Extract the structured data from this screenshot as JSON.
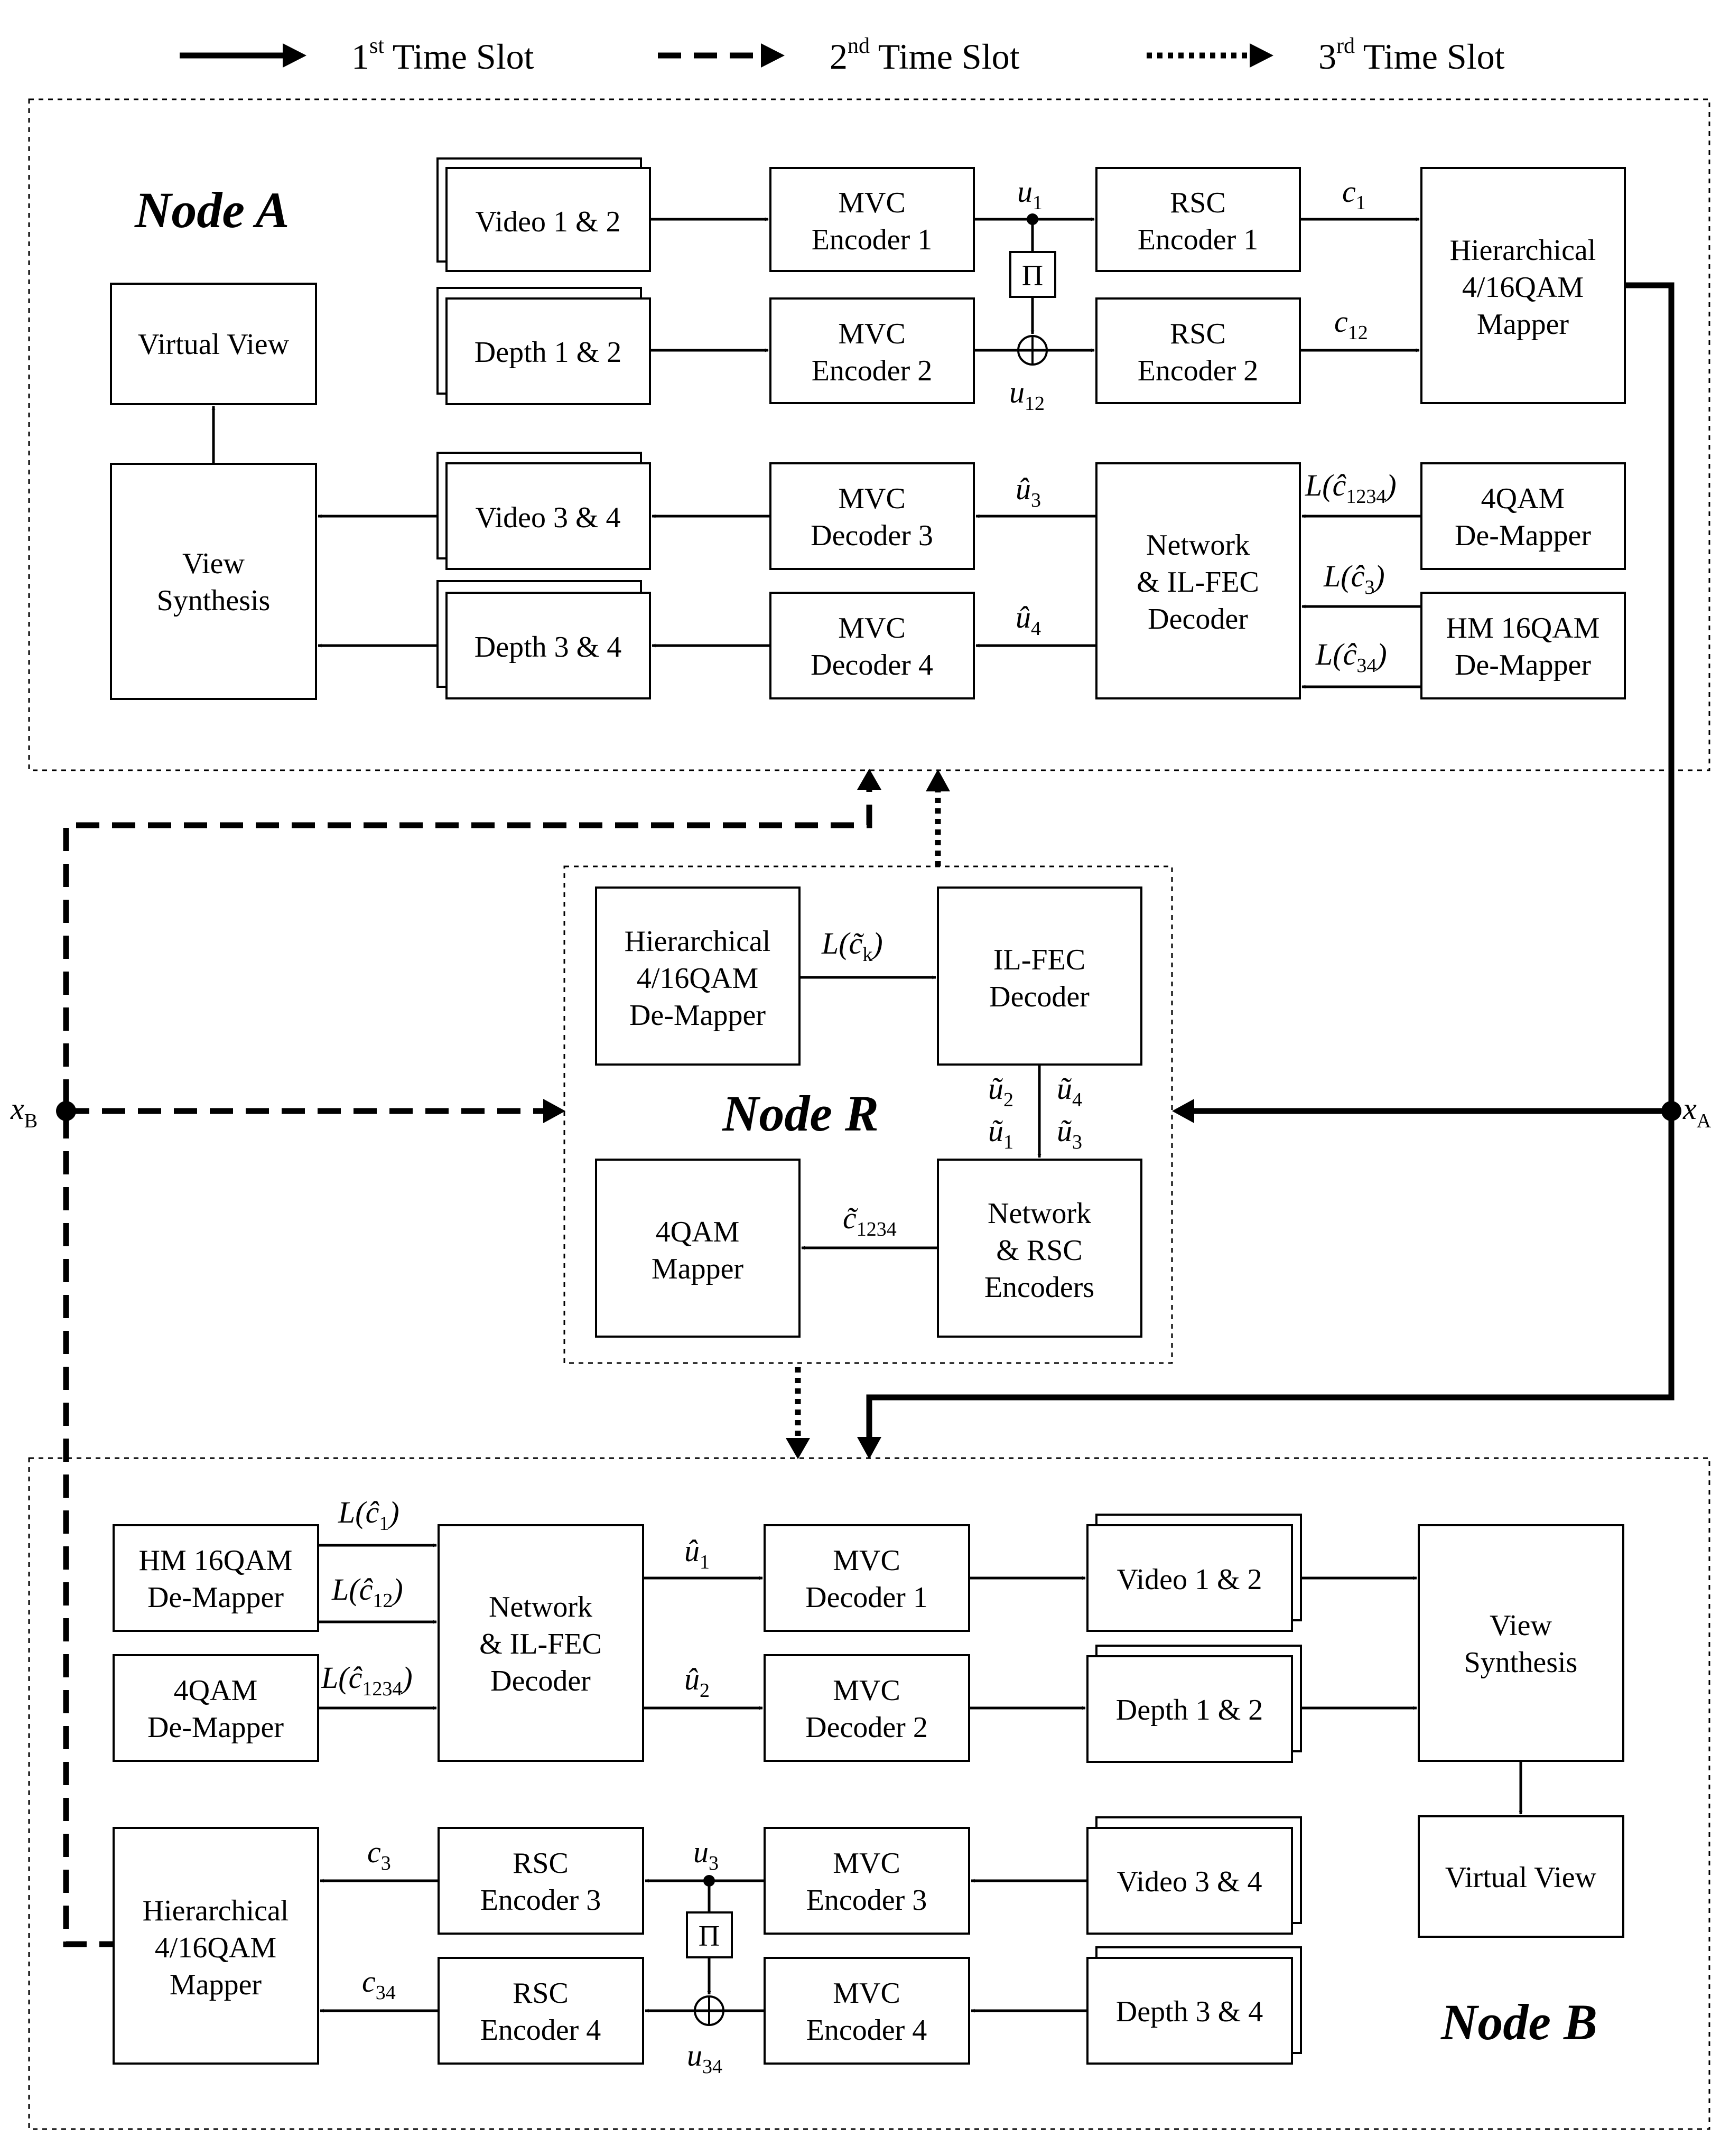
{
  "legend": [
    {
      "base": "1",
      "sup": "st",
      "rest": " Time Slot",
      "style": "solid"
    },
    {
      "base": "2",
      "sup": "nd",
      "rest": " Time Slot",
      "style": "dashed"
    },
    {
      "base": "3",
      "sup": "rd",
      "rest": " Time Slot",
      "style": "dotted"
    }
  ],
  "node_a": {
    "title": "Node A",
    "video12": "Video 1 & 2",
    "depth12": "Depth 1 & 2",
    "mvc_enc1": [
      "MVC",
      "Encoder 1"
    ],
    "mvc_enc2": [
      "MVC",
      "Encoder 2"
    ],
    "interleaver": "Π",
    "rsc_enc1": [
      "RSC",
      "Encoder 1"
    ],
    "rsc_enc2": [
      "RSC",
      "Encoder 2"
    ],
    "hier_mapper": [
      "Hierarchical",
      "4/16QAM",
      "Mapper"
    ],
    "virtual_view": "Virtual View",
    "view_synth": [
      "View",
      "Synthesis"
    ],
    "video34": "Video 3 & 4",
    "depth34": "Depth 3 & 4",
    "mvc_dec3": [
      "MVC",
      "Decoder 3"
    ],
    "mvc_dec4": [
      "MVC",
      "Decoder 4"
    ],
    "net_dec": [
      "Network",
      "& IL-FEC",
      "Decoder"
    ],
    "qam4_demapper": [
      "4QAM",
      "De-Mapper"
    ],
    "hm16_demapper": [
      "HM 16QAM",
      "De-Mapper"
    ],
    "labels": {
      "u1": {
        "base": "u",
        "sub": "1"
      },
      "u12": {
        "base": "u",
        "sub": "12"
      },
      "c1": {
        "base": "c",
        "sub": "1"
      },
      "c12": {
        "base": "c",
        "sub": "12"
      },
      "u3hat": {
        "base": "û",
        "sub": "3"
      },
      "u4hat": {
        "base": "û",
        "sub": "4"
      },
      "Lc1234": {
        "pre": "L(",
        "base": "ĉ",
        "sub": "1234",
        "post": ")"
      },
      "Lc3": {
        "pre": "L(",
        "base": "ĉ",
        "sub": "3",
        "post": ")"
      },
      "Lc34": {
        "pre": "L(",
        "base": "ĉ",
        "sub": "34",
        "post": ")"
      }
    }
  },
  "node_r": {
    "title": "Node R",
    "hier_demapper": [
      "Hierarchical",
      "4/16QAM",
      "De-Mapper"
    ],
    "ilfec_dec": [
      "IL-FEC",
      "Decoder"
    ],
    "qam4_mapper": [
      "4QAM",
      "Mapper"
    ],
    "net_rsc_enc": [
      "Network",
      "& RSC",
      "Encoders"
    ],
    "labels": {
      "Lck": {
        "pre": "L(",
        "base": "c̃",
        "sub": "k",
        "post": ")"
      },
      "u2t": {
        "base": "ũ",
        "sub": "2"
      },
      "u1t": {
        "base": "ũ",
        "sub": "1"
      },
      "u4t": {
        "base": "ũ",
        "sub": "4"
      },
      "u3t": {
        "base": "ũ",
        "sub": "3"
      },
      "c1234t": {
        "base": "c̃",
        "sub": "1234"
      }
    }
  },
  "signals": {
    "xA": {
      "base": "x",
      "sub": "A"
    },
    "xB": {
      "base": "x",
      "sub": "B"
    }
  },
  "node_b": {
    "title": "Node B",
    "hm16_demapper": [
      "HM 16QAM",
      "De-Mapper"
    ],
    "qam4_demapper": [
      "4QAM",
      "De-Mapper"
    ],
    "net_dec": [
      "Network",
      "& IL-FEC",
      "Decoder"
    ],
    "mvc_dec1": [
      "MVC",
      "Decoder 1"
    ],
    "mvc_dec2": [
      "MVC",
      "Decoder 2"
    ],
    "video12": "Video 1 & 2",
    "depth12": "Depth 1 & 2",
    "view_synth": [
      "View",
      "Synthesis"
    ],
    "virtual_view": "Virtual View",
    "hier_mapper": [
      "Hierarchical",
      "4/16QAM",
      "Mapper"
    ],
    "rsc_enc3": [
      "RSC",
      "Encoder 3"
    ],
    "rsc_enc4": [
      "RSC",
      "Encoder 4"
    ],
    "interleaver": "Π",
    "mvc_enc3": [
      "MVC",
      "Encoder 3"
    ],
    "mvc_enc4": [
      "MVC",
      "Encoder 4"
    ],
    "video34": "Video 3 & 4",
    "depth34": "Depth 3 & 4",
    "labels": {
      "Lc1": {
        "pre": "L(",
        "base": "ĉ",
        "sub": "1",
        "post": ")"
      },
      "Lc12": {
        "pre": "L(",
        "base": "ĉ",
        "sub": "12",
        "post": ")"
      },
      "Lc1234": {
        "pre": "L(",
        "base": "ĉ",
        "sub": "1234",
        "post": ")"
      },
      "u1hat": {
        "base": "û",
        "sub": "1"
      },
      "u2hat": {
        "base": "û",
        "sub": "2"
      },
      "c3": {
        "base": "c",
        "sub": "3"
      },
      "c34": {
        "base": "c",
        "sub": "34"
      },
      "u3": {
        "base": "u",
        "sub": "3"
      },
      "u34": {
        "base": "u",
        "sub": "34"
      }
    }
  }
}
